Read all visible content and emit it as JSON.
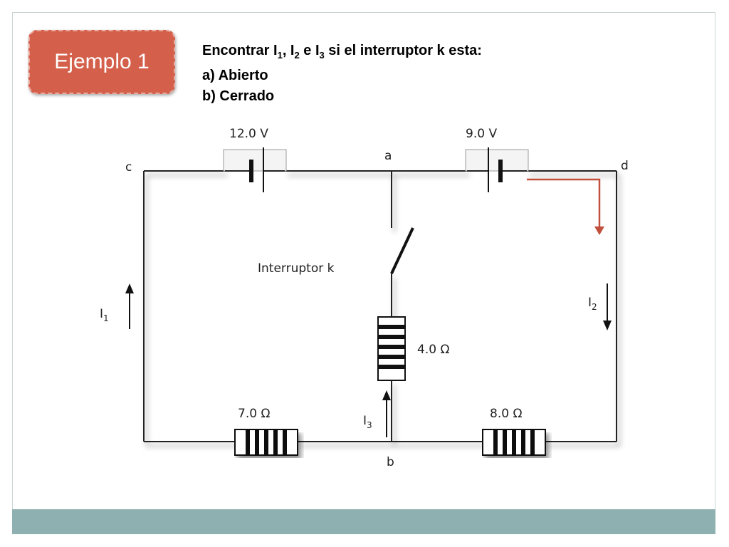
{
  "badge": {
    "label": "Ejemplo 1"
  },
  "problem": {
    "line1_part1": "Encontrar I",
    "sub1": "1",
    "sep1": ", I",
    "sub2": "2",
    "sep2": "  e I",
    "sub3": "3",
    "line1_end": "  si el interruptor k esta:",
    "line2": "a) Abierto",
    "line3": "b) Cerrado"
  },
  "circuit": {
    "battery_left_label": "12.0 V",
    "battery_right_label": "9.0 V",
    "node_a": "a",
    "node_b": "b",
    "node_c": "c",
    "node_d": "d",
    "switch_label": "Interruptor k",
    "resistor_middle_label": "4.0 Ω",
    "resistor_left_label": "7.0 Ω",
    "resistor_right_label": "8.0 Ω",
    "current_1_letter": "I",
    "current_1_sub": "1",
    "current_2_letter": "I",
    "current_2_sub": "2",
    "current_3_letter": "I",
    "current_3_sub": "3"
  },
  "colors": {
    "badge_fill": "#d4604c",
    "footer_bar": "#8fb0b0",
    "direction_arrow": "#c0503c"
  }
}
